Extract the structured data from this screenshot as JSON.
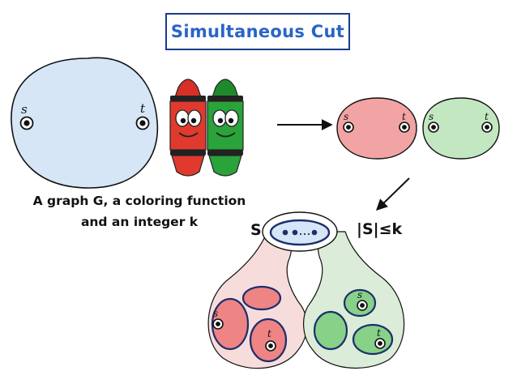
{
  "title": "Simultaneous Cut",
  "caption": {
    "line1": "A graph G, a coloring function",
    "line2": "and an integer k"
  },
  "labels": {
    "s": "s",
    "t": "t",
    "S": "S",
    "size_constraint": "|S|≤k"
  },
  "colors": {
    "graph_fill": "#d6e6f6",
    "red_component": "#f2a3a3",
    "green_component": "#c3e8c1",
    "red_region": "#f7dcdc",
    "green_region": "#dbecd8",
    "red_node": "#ee8484",
    "green_node": "#88d188",
    "outline": "#1c2f6b",
    "title_text": "#2a64c8"
  },
  "icons": [
    "red-crayon-icon",
    "green-crayon-icon",
    "right-arrow-icon",
    "down-left-arrow-icon",
    "ellipsis-dots-icon"
  ]
}
